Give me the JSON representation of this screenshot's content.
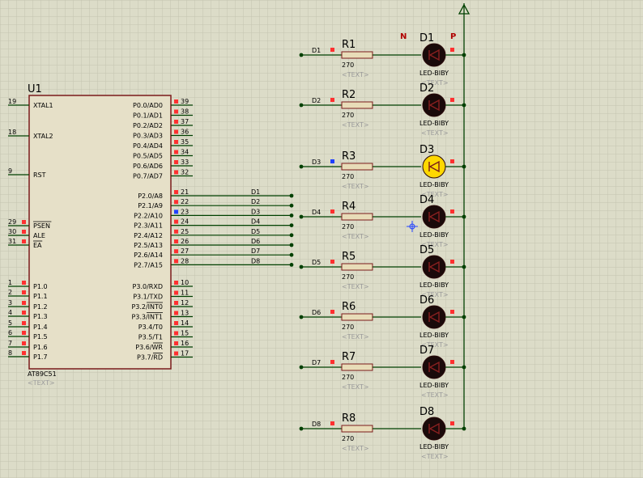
{
  "colors": {
    "background": "#dcdcc8",
    "grid": "#c4c4b0",
    "wire": "#004000",
    "chip_fill": "#e6e0c8",
    "chip_border": "#7a1a1a",
    "resistor_fill": "#e8dcb8",
    "resistor_border": "#7a1a1a",
    "pin_marker": "#ff3030",
    "pin_marker_active": "#2040ff",
    "led_off": "#1a0a0a",
    "led_on": "#ffd800"
  },
  "chip": {
    "ref": "U1",
    "part": "AT89C51",
    "text_placeholder": "<TEXT>",
    "left_pins": [
      {
        "num": "19",
        "name": "XTAL1"
      },
      {
        "num": "18",
        "name": "XTAL2"
      },
      {
        "num": "9",
        "name": "RST"
      },
      {
        "num": "29",
        "name": "PSEN"
      },
      {
        "num": "30",
        "name": "ALE"
      },
      {
        "num": "31",
        "name": "EA"
      },
      {
        "num": "1",
        "name": "P1.0"
      },
      {
        "num": "2",
        "name": "P1.1"
      },
      {
        "num": "3",
        "name": "P1.2"
      },
      {
        "num": "4",
        "name": "P1.3"
      },
      {
        "num": "5",
        "name": "P1.4"
      },
      {
        "num": "6",
        "name": "P1.5"
      },
      {
        "num": "7",
        "name": "P1.6"
      },
      {
        "num": "8",
        "name": "P1.7"
      }
    ],
    "right_pins": [
      {
        "num": "39",
        "name": "P0.0/AD0"
      },
      {
        "num": "38",
        "name": "P0.1/AD1"
      },
      {
        "num": "37",
        "name": "P0.2/AD2"
      },
      {
        "num": "36",
        "name": "P0.3/AD3"
      },
      {
        "num": "35",
        "name": "P0.4/AD4"
      },
      {
        "num": "34",
        "name": "P0.5/AD5"
      },
      {
        "num": "33",
        "name": "P0.6/AD6"
      },
      {
        "num": "32",
        "name": "P0.7/AD7"
      },
      {
        "num": "21",
        "name": "P2.0/A8",
        "net": "D1"
      },
      {
        "num": "22",
        "name": "P2.1/A9",
        "net": "D2"
      },
      {
        "num": "23",
        "name": "P2.2/A10",
        "net": "D3"
      },
      {
        "num": "24",
        "name": "P2.3/A11",
        "net": "D4"
      },
      {
        "num": "25",
        "name": "P2.4/A12",
        "net": "D5"
      },
      {
        "num": "26",
        "name": "P2.5/A13",
        "net": "D6"
      },
      {
        "num": "27",
        "name": "P2.6/A14",
        "net": "D7"
      },
      {
        "num": "28",
        "name": "P2.7/A15",
        "net": "D8"
      },
      {
        "num": "10",
        "name": "P3.0/RXD"
      },
      {
        "num": "11",
        "name": "P3.1/TXD"
      },
      {
        "num": "12",
        "name": "P3.2/INT0"
      },
      {
        "num": "13",
        "name": "P3.3/INT1"
      },
      {
        "num": "14",
        "name": "P3.4/T0"
      },
      {
        "num": "15",
        "name": "P3.5/T1"
      },
      {
        "num": "16",
        "name": "P3.6/WR"
      },
      {
        "num": "17",
        "name": "P3.7/RD"
      }
    ]
  },
  "led_header": {
    "n": "N",
    "p": "P"
  },
  "channels": [
    {
      "net": "D1",
      "resistor": "R1",
      "value": "270",
      "led": "D1",
      "led_type": "LED-BIBY",
      "text": "<TEXT>",
      "lit": false
    },
    {
      "net": "D2",
      "resistor": "R2",
      "value": "270",
      "led": "D2",
      "led_type": "LED-BIBY",
      "text": "<TEXT>",
      "lit": false
    },
    {
      "net": "D3",
      "resistor": "R3",
      "value": "270",
      "led": "D3",
      "led_type": "LED-BIBY",
      "text": "<TEXT>",
      "lit": true
    },
    {
      "net": "D4",
      "resistor": "R4",
      "value": "270",
      "led": "D4",
      "led_type": "LED-BIBY",
      "text": "<TEXT>",
      "lit": false
    },
    {
      "net": "D5",
      "resistor": "R5",
      "value": "270",
      "led": "D5",
      "led_type": "LED-BIBY",
      "text": "<TEXT>",
      "lit": false
    },
    {
      "net": "D6",
      "resistor": "R6",
      "value": "270",
      "led": "D6",
      "led_type": "LED-BIBY",
      "text": "<TEXT>",
      "lit": false
    },
    {
      "net": "D7",
      "resistor": "R7",
      "value": "270",
      "led": "D7",
      "led_type": "LED-BIBY",
      "text": "<TEXT>",
      "lit": false
    },
    {
      "net": "D8",
      "resistor": "R8",
      "value": "270",
      "led": "D8",
      "led_type": "LED-BIBY",
      "text": "<TEXT>",
      "lit": false
    }
  ],
  "power_icon": "power-terminal-arrow-icon",
  "cursor_icon": "crosshair-cursor-icon"
}
